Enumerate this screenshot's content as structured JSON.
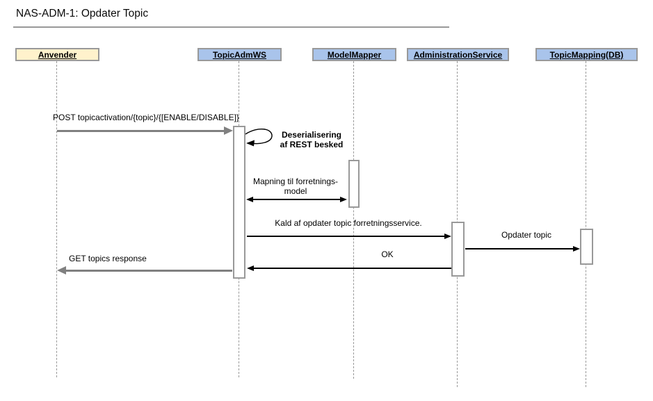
{
  "title": "NAS-ADM-1: Opdater Topic",
  "lifelines": [
    {
      "label": "Anvender",
      "type": "actor"
    },
    {
      "label": "TopicAdmWS",
      "type": "component"
    },
    {
      "label": "ModelMapper",
      "type": "component"
    },
    {
      "label": "AdministrationService",
      "type": "component"
    },
    {
      "label": "TopicMapping(DB)",
      "type": "component"
    }
  ],
  "messages": {
    "post": "POST topicactivation/{topic}/{[ENABLE/DISABLE]}",
    "deserialize": "Deserialisering\naf REST besked",
    "mapping": "Mapning til forretnings-\nmodel",
    "kald": "Kald af opdater topic forretningsservice.",
    "opdater": "Opdater topic",
    "ok": "OK",
    "get_response": "GET topics response"
  },
  "colors": {
    "actor_fill": "#FFF2CC",
    "component_fill": "#A9C4EB",
    "shape_border": "#999999",
    "lifeline": "#999999",
    "request_response_arrow": "#808080",
    "internal_arrow": "#000000"
  }
}
